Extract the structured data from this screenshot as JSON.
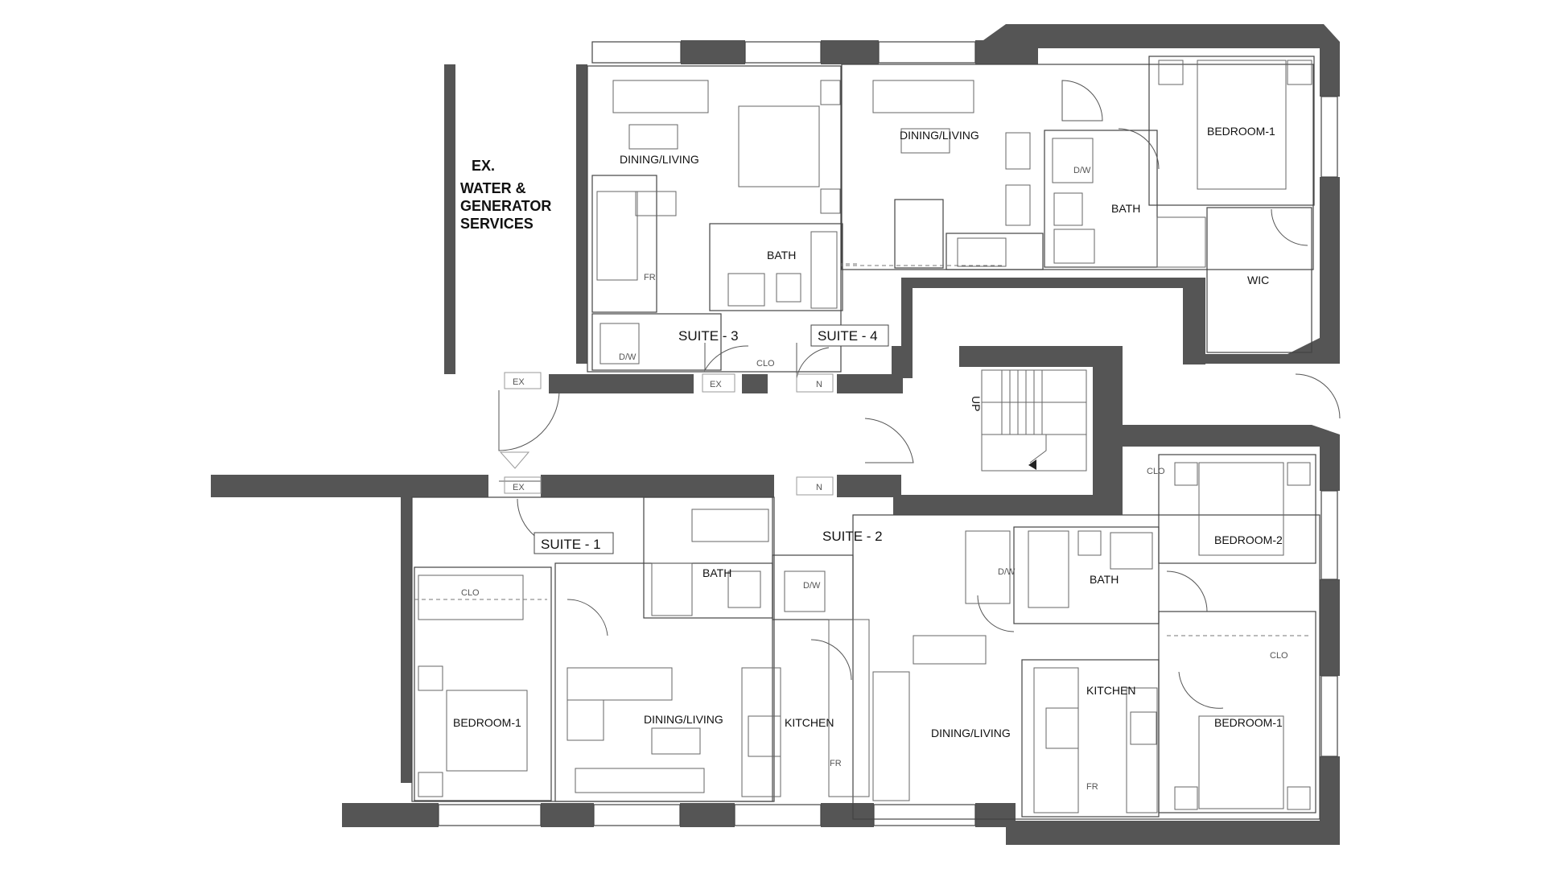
{
  "plan": {
    "services": {
      "line1": "EX.",
      "line2": "WATER &",
      "line3": "GENERATOR",
      "line4": "SERVICES"
    },
    "suites": {
      "suite1": "SUITE - 1",
      "suite2": "SUITE - 2",
      "suite3": "SUITE - 3",
      "suite4": "SUITE - 4"
    },
    "rooms": {
      "dining_living": "DINING/LIVING",
      "bath": "BATH",
      "bedroom1": "BEDROOM-1",
      "bedroom2": "BEDROOM-2",
      "kitchen": "KITCHEN",
      "wic": "WIC"
    },
    "small": {
      "ex": "EX",
      "n": "N",
      "clo": "CLO",
      "dw": "D/W",
      "fr": "FR",
      "up": "UP"
    }
  }
}
